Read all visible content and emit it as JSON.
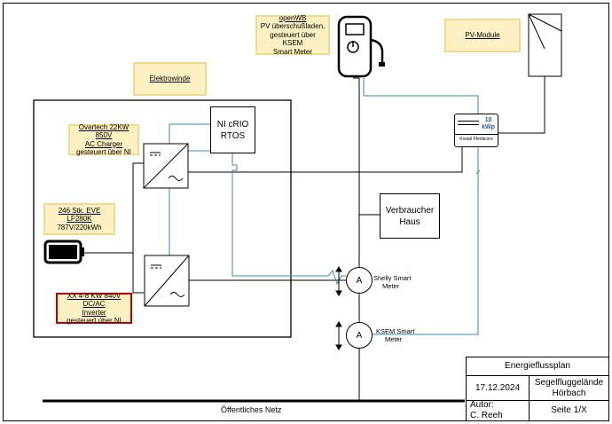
{
  "notes": {
    "openwb": {
      "title": "openWB",
      "lines": [
        "PV überschußladen,",
        "gesteuert über KSEM",
        "Smart Meter"
      ]
    },
    "pv": {
      "title": "PV-Module"
    },
    "elektrowinde": {
      "title": "Elektrowinde"
    },
    "charger": {
      "title_lines": [
        "Ovartech 22KW 850V",
        "AC Charger"
      ],
      "sub": "gesteuert über NI"
    },
    "battery": {
      "title": "246 Stk. EVE LF280K",
      "sub": "787V/220kWh"
    },
    "inverter": {
      "title_lines": [
        "XX 4-8 KW 840V DC/AC",
        "Inverter"
      ],
      "sub": "gesteuert über NI"
    }
  },
  "boxes": {
    "crio": {
      "lines": [
        "NI cRIO",
        "RTOS"
      ]
    },
    "verbraucher": {
      "lines": [
        "Verbraucher",
        "Haus"
      ]
    },
    "kostal": {
      "kwp_value": "10",
      "kwp_unit": "kWp",
      "name": "Kostal Plenticore"
    }
  },
  "meters": {
    "shelly": {
      "symbol": "A",
      "label_lines": [
        "Shelly Smart",
        "Meter"
      ]
    },
    "ksem": {
      "symbol": "A",
      "label_lines": [
        "KSEM Smart",
        "Meter"
      ]
    }
  },
  "grid": {
    "label": "Öffentliches Netz"
  },
  "title_block": {
    "title": "Energieflussplan",
    "date": "17.12.2024",
    "location_lines": [
      "Segelfluggelände",
      "Hörbach"
    ],
    "author_label": "Autor:",
    "author_name": "C. Reeh",
    "page": "Seite 1/X"
  },
  "colors": {
    "power_line": "#000000",
    "data_line": "#3a87ad",
    "note_fill": "#fdf0c2",
    "note_border": "#f4d98a",
    "inverter_note_border": "#c00000"
  }
}
